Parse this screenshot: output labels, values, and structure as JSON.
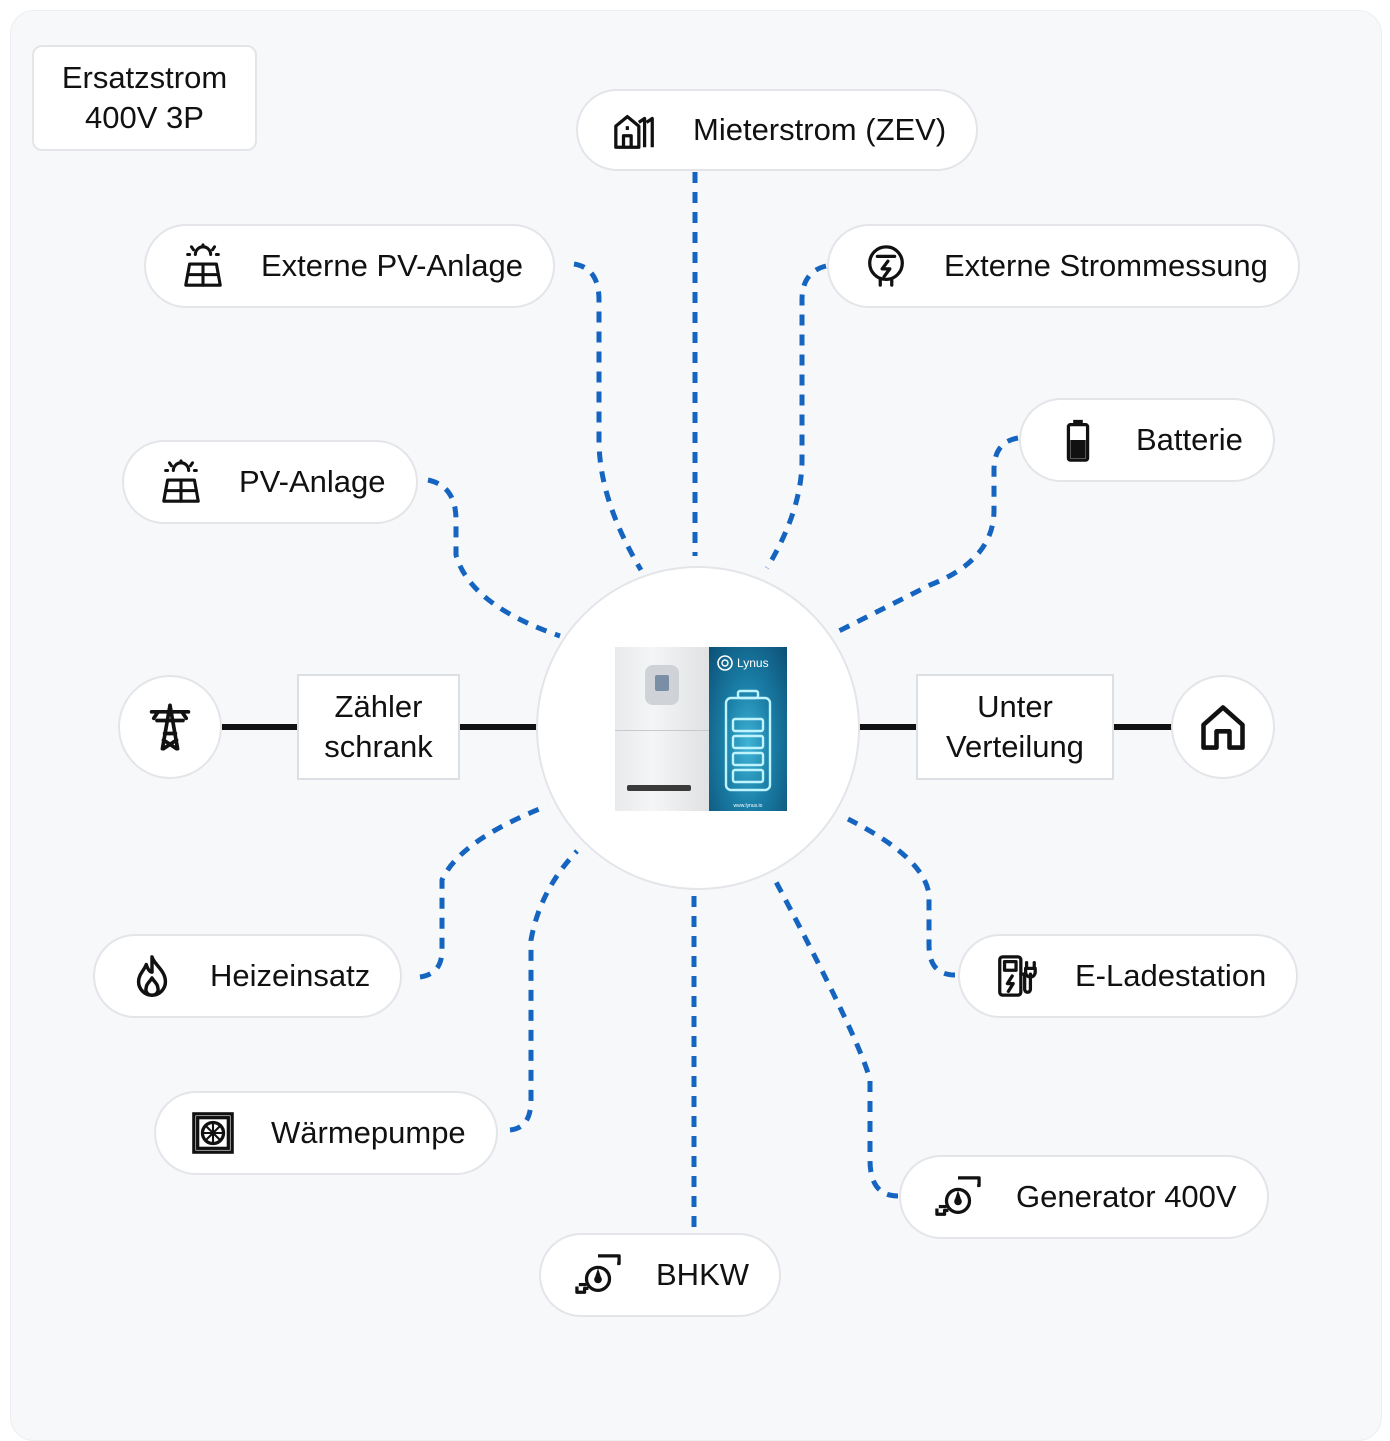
{
  "backup_label": "Ersatzstrom\n400V 3P",
  "meter_cabinet": "Zähler\nschrank",
  "sub_distribution": "Unter\nVerteilung",
  "hub": {
    "brand": "Lynus",
    "url": "www.lynus.io"
  },
  "nodes": {
    "mieterstrom": {
      "label": "Mieterstrom (ZEV)",
      "icon": "apartment-building-icon"
    },
    "externe_pv": {
      "label": "Externe PV-Anlage",
      "icon": "solar-panel-icon"
    },
    "externe_strommessung": {
      "label": "Externe Strommessung",
      "icon": "power-meter-icon"
    },
    "batterie": {
      "label": "Batterie",
      "icon": "battery-icon"
    },
    "pv_anlage": {
      "label": "PV-Anlage",
      "icon": "solar-panel-icon"
    },
    "heizeinsatz": {
      "label": "Heizeinsatz",
      "icon": "flame-icon"
    },
    "waermepumpe": {
      "label": "Wärmepumpe",
      "icon": "heat-pump-icon"
    },
    "bhkw": {
      "label": "BHKW",
      "icon": "engine-icon"
    },
    "generator": {
      "label": "Generator 400V",
      "icon": "engine-icon"
    },
    "e_ladestation": {
      "label": "E-Ladestation",
      "icon": "ev-charger-icon"
    }
  },
  "grid_icon": "power-pylon-icon",
  "house_icon": "house-icon",
  "colors": {
    "dashed_line": "#1565c0",
    "solid_line": "#111111",
    "border": "#e3e5e9",
    "background": "#f7f8fa"
  }
}
